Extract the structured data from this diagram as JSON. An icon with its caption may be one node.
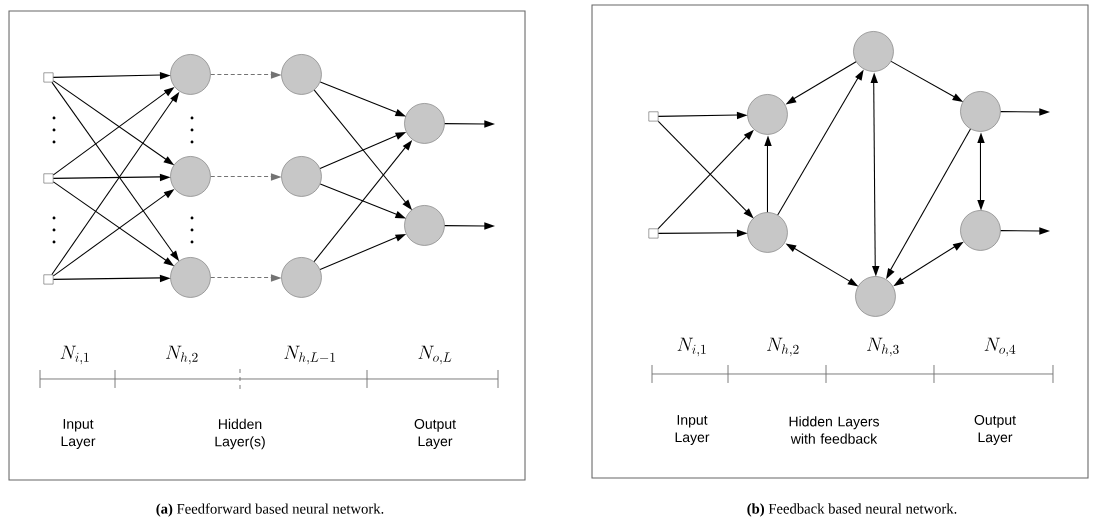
{
  "diagram": {
    "nodes": [
      {
        "text": [
          "**(a)** Feedforward based neural network."
        ]
      },
      {
        "text": [],
        "shape": "box",
        "in": 0
      },
      {
        "text": [],
        "shape": "box",
        "in": 0
      },
      {
        "text": [],
        "shape": "box",
        "in": 0
      },
      {
        "text": [],
        "shape": "circle",
        "in": 0
      },
      {
        "text": [],
        "shape": "circle",
        "in": 0
      },
      {
        "text": [],
        "shape": "circle",
        "in": 0
      },
      {
        "text": [],
        "shape": "circle",
        "in": 0
      },
      {
        "text": [],
        "shape": "circle",
        "in": 0
      },
      {
        "text": [],
        "shape": "circle",
        "in": 0
      },
      {
        "text": [],
        "shape": "circle",
        "in": 0
      },
      {
        "text": [],
        "shape": "circle",
        "in": 0
      },
      {
        "text": [
          "**(b)** Feedback based neural network."
        ]
      },
      {
        "text": [],
        "shape": "box",
        "in": 12
      },
      {
        "text": [],
        "shape": "box",
        "in": 12
      },
      {
        "text": [],
        "shape": "circle",
        "in": 12
      },
      {
        "text": [],
        "shape": "circle",
        "in": 12
      },
      {
        "text": [],
        "shape": "circle",
        "in": 12
      },
      {
        "text": [],
        "shape": "circle",
        "in": 12
      },
      {
        "text": [],
        "shape": "circle",
        "in": 12
      },
      {
        "text": [],
        "shape": "circle",
        "in": 12
      }
    ],
    "edges": [
      {
        "from": 1,
        "to": 4,
        "arrow": "to"
      },
      {
        "from": 1,
        "to": 5,
        "arrow": "to"
      },
      {
        "from": 1,
        "to": 6,
        "arrow": "to"
      },
      {
        "from": 2,
        "to": 4,
        "arrow": "to"
      },
      {
        "from": 2,
        "to": 5,
        "arrow": "to"
      },
      {
        "from": 2,
        "to": 6,
        "arrow": "to"
      },
      {
        "from": 3,
        "to": 4,
        "arrow": "to"
      },
      {
        "from": 3,
        "to": 5,
        "arrow": "to"
      },
      {
        "from": 3,
        "to": 6,
        "arrow": "to"
      },
      {
        "from": 4,
        "to": 7,
        "arrow": "to",
        "style": "dashed",
        "color": "#737373"
      },
      {
        "from": 5,
        "to": 8,
        "arrow": "to",
        "style": "dashed",
        "color": "#737373"
      },
      {
        "from": 6,
        "to": 9,
        "arrow": "to",
        "style": "dashed",
        "color": "#737373"
      },
      {
        "from": 7,
        "to": 10,
        "arrow": "to"
      },
      {
        "from": 7,
        "to": 11,
        "arrow": "to"
      },
      {
        "from": 8,
        "to": 10,
        "arrow": "to"
      },
      {
        "from": 8,
        "to": 11,
        "arrow": "to"
      },
      {
        "from": 9,
        "to": 10,
        "arrow": "to"
      },
      {
        "from": 9,
        "to": 11,
        "arrow": "to"
      },
      {
        "from": 10,
        "to": null,
        "arrow": "to"
      },
      {
        "from": 11,
        "to": null,
        "arrow": "to"
      },
      {
        "from": 13,
        "to": 15,
        "arrow": "to"
      },
      {
        "from": 13,
        "to": 16,
        "arrow": "to"
      },
      {
        "from": 14,
        "to": 15,
        "arrow": "to"
      },
      {
        "from": 14,
        "to": 16,
        "arrow": "to"
      },
      {
        "from": 16,
        "to": 15,
        "arrow": "to"
      },
      {
        "from": 16,
        "to": 17,
        "arrow": "to"
      },
      {
        "from": 17,
        "to": 15,
        "arrow": "to"
      },
      {
        "from": 17,
        "to": 18,
        "arrow": "both"
      },
      {
        "from": 17,
        "to": 19,
        "arrow": "to"
      },
      {
        "from": 19,
        "to": 18,
        "arrow": "to"
      },
      {
        "from": 19,
        "to": 20,
        "arrow": "both"
      },
      {
        "from": 16,
        "to": 18,
        "arrow": "both"
      },
      {
        "from": 20,
        "to": 18,
        "arrow": "both"
      },
      {
        "from": 19,
        "to": null,
        "arrow": "to"
      },
      {
        "from": 20,
        "to": null,
        "arrow": "to"
      }
    ],
    "labels": [
      "N_{i,1}",
      "N_{h,2}",
      "N_{h,L-1}",
      "N_{o,L}",
      "Input Layer",
      "Hidden Layer(s)",
      "Output Layer",
      "N_{i,1}",
      "N_{h,2}",
      "N_{h,3}",
      "N_{o,4}",
      "Input Layer",
      "Hidden Layers with feedback",
      "Output Layer"
    ]
  }
}
